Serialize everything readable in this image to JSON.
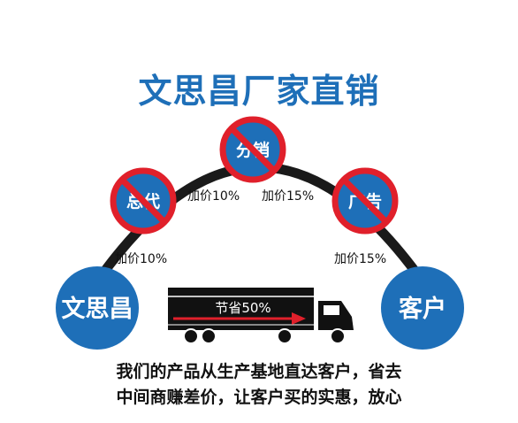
{
  "title": "文思昌厂家直销",
  "nodes": {
    "factory": "文思昌",
    "customer": "客户",
    "agent": "总代",
    "distributor": "分销",
    "ads": "广告"
  },
  "markups": {
    "left_lower": "加价10%",
    "left_upper": "加价10%",
    "right_upper": "加价15%",
    "right_lower": "加价15%"
  },
  "truck_label": "节省50%",
  "footer": {
    "line1": "我们的产品从生产基地直达客户，省去",
    "line2": "中间商赚差价，让客户买的实惠，放心"
  },
  "colors": {
    "blue": "#1e6fb8",
    "red": "#e0202b",
    "arc": "#1a1a1a"
  }
}
